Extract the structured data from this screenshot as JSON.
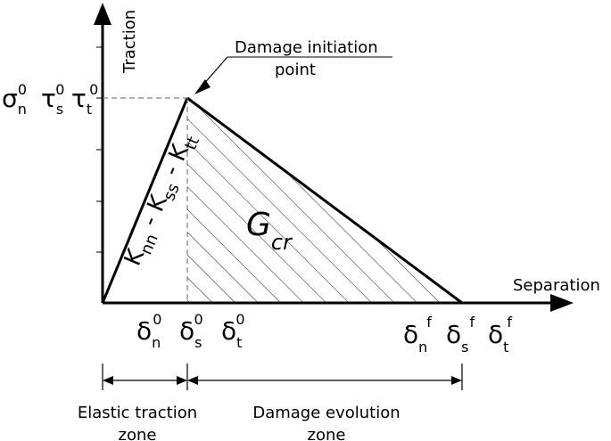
{
  "axes": {
    "y_label": "Traction",
    "x_label": "Separation"
  },
  "annotations": {
    "damage_initiation_line1": "Damage initiation",
    "damage_initiation_line2": "point",
    "energy": {
      "base": "G",
      "sub": "cr"
    },
    "stiffness": {
      "k1": "K",
      "k1_sub": "nn",
      "sep1": " - ",
      "k2": "K",
      "k2_sub": "ss",
      "sep2": " - ",
      "k3": "K",
      "k3_sub": "tt"
    }
  },
  "y_tick_labels": [
    {
      "base": "σ",
      "sub": "n",
      "sup": "0"
    },
    {
      "base": "τ",
      "sub": "s",
      "sup": "0"
    },
    {
      "base": "τ",
      "sub": "t",
      "sup": "0"
    }
  ],
  "x_tick_labels": [
    {
      "base": "δ",
      "sub": "n",
      "sup": "0"
    },
    {
      "base": "δ",
      "sub": "s",
      "sup": "0"
    },
    {
      "base": "δ",
      "sub": "t",
      "sup": "0"
    },
    {
      "base": "δ",
      "sub": "n",
      "sup": "f"
    },
    {
      "base": "δ",
      "sub": "s",
      "sup": "f"
    },
    {
      "base": "δ",
      "sub": "t",
      "sup": "f"
    }
  ],
  "zones": {
    "elastic_line1": "Elastic traction",
    "elastic_line2": "zone",
    "damage_line1": "Damage evolution",
    "damage_line2": "zone"
  }
}
